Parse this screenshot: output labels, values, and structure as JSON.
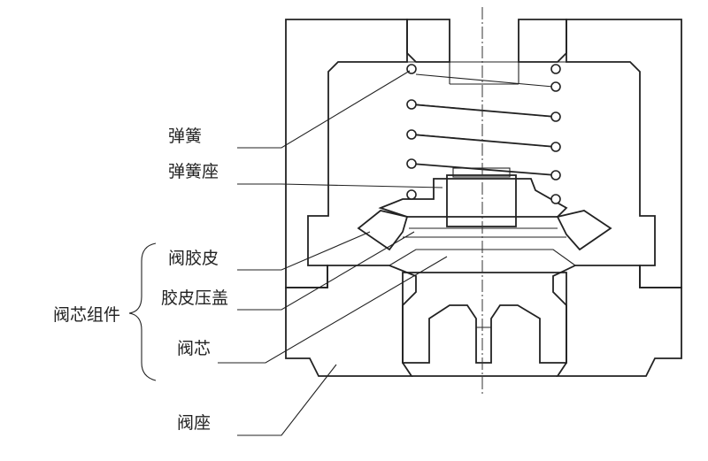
{
  "labels": {
    "spring": "弹簧",
    "spring_seat": "弹簧座",
    "valve_rubber": "阀胶皮",
    "rubber_cover": "胶皮压盖",
    "valve_core": "阀芯",
    "valve_seat": "阀座"
  },
  "group_label": "阀芯组件"
}
